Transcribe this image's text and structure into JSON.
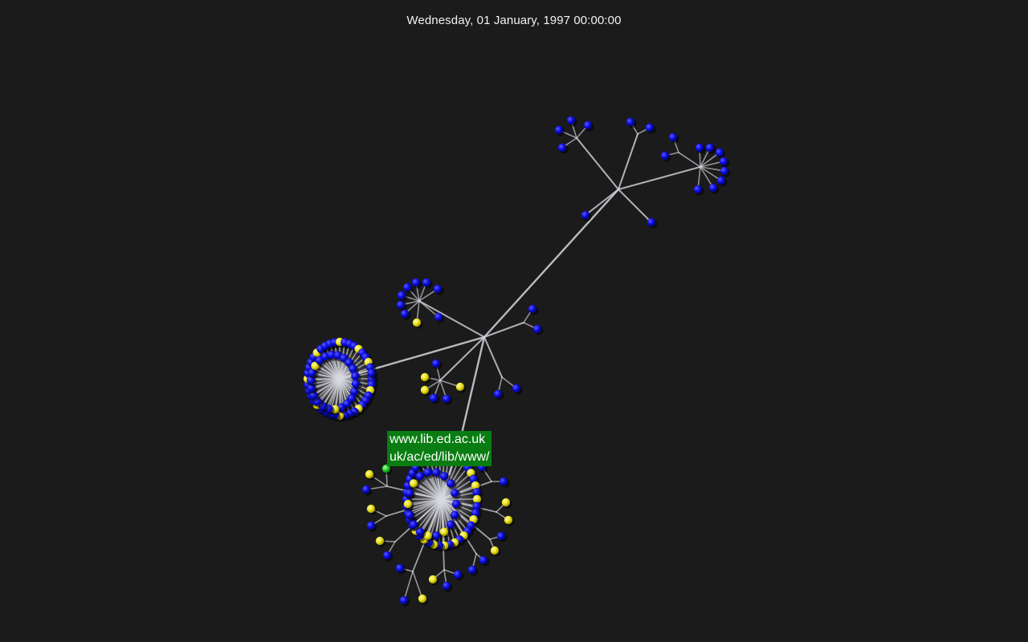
{
  "header": {
    "timestamp": "Wednesday, 01 January, 1997 00:00:00"
  },
  "tooltip": {
    "host": "www.lib.ed.ac.uk",
    "path": "uk/ac/ed/lib/www/"
  },
  "colors": {
    "background": "#1b1b1b",
    "node_default": "#0a0adc",
    "node_modified": "#e8e010",
    "node_selected": "#22cc22",
    "edge": "#d6d6de",
    "tooltip_bg": "#0a7d12"
  }
}
